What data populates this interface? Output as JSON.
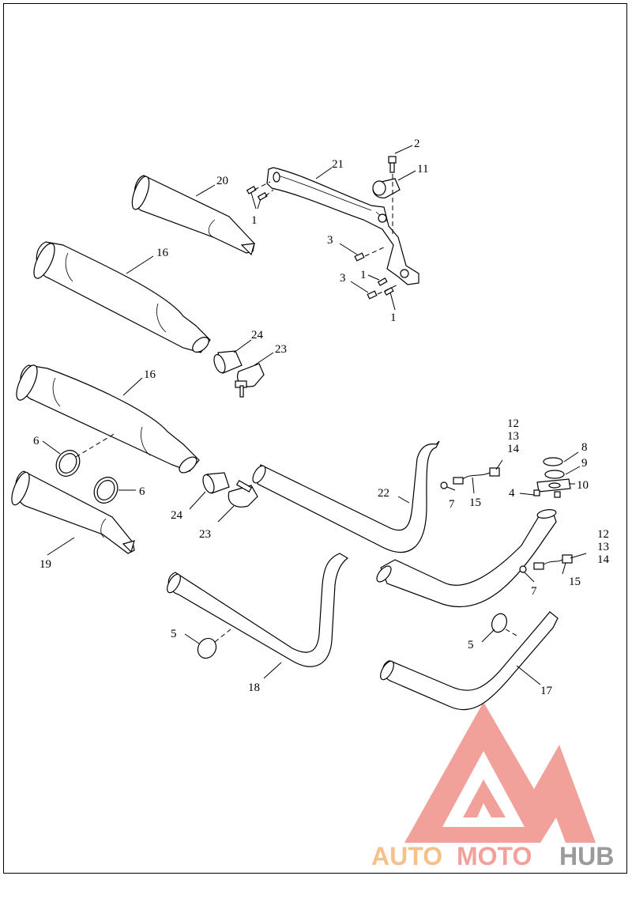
{
  "diagram": {
    "labels": {
      "l1a": "1",
      "l1b": "1",
      "l1c": "1",
      "l2": "2",
      "l3a": "3",
      "l3b": "3",
      "l4": "4",
      "l5a": "5",
      "l5b": "5",
      "l6a": "6",
      "l6b": "6",
      "l7a": "7",
      "l7b": "7",
      "l8": "8",
      "l9": "9",
      "l10": "10",
      "l11": "11",
      "l12a": "12",
      "l13a": "13",
      "l14a": "14",
      "l15a": "15",
      "l12b": "12",
      "l13b": "13",
      "l14b": "14",
      "l15b": "15",
      "l16a": "16",
      "l16b": "16",
      "l17": "17",
      "l18": "18",
      "l19": "19",
      "l20": "20",
      "l21": "21",
      "l22": "22",
      "l23a": "23",
      "l23b": "23",
      "l24a": "24",
      "l24b": "24"
    }
  },
  "watermark": {
    "part1": "AUTO",
    "part2": "MOTO",
    "part3": "HUB",
    "colors": {
      "red": "#f2a09a",
      "orange": "#f6c08a",
      "gray": "#9a9a9a"
    }
  }
}
